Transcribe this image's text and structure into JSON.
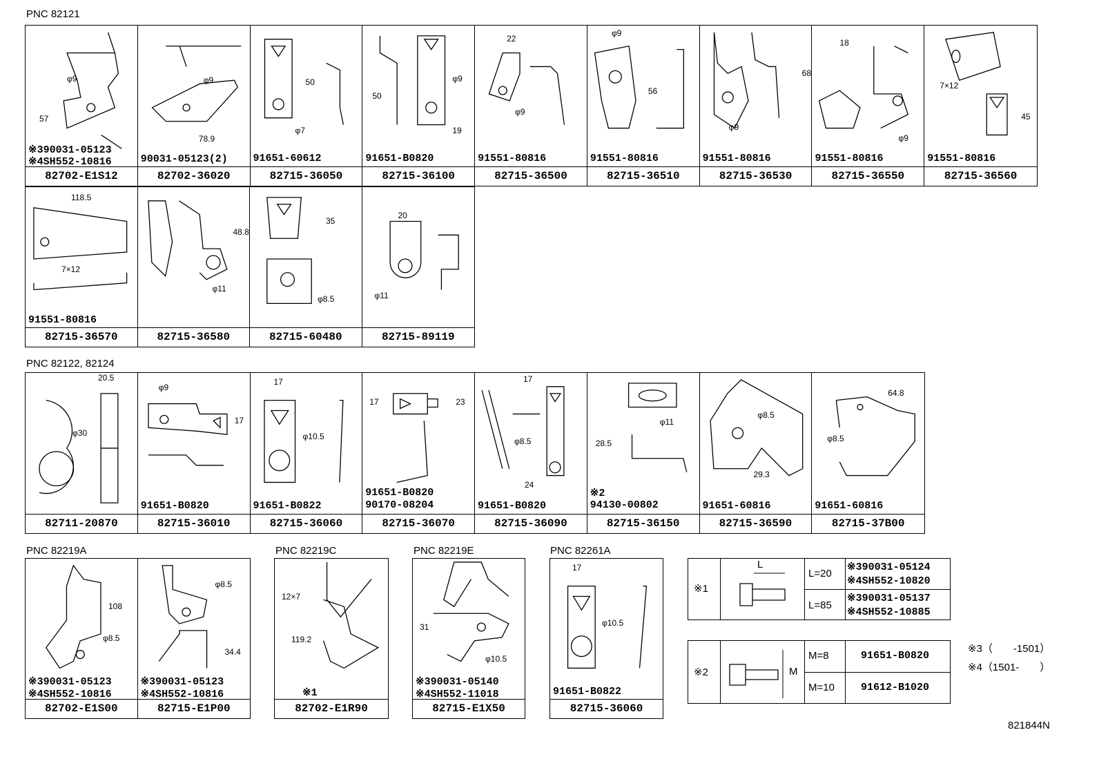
{
  "sections": [
    {
      "title": "PNC 82121"
    },
    {
      "title": "PNC 82122, 82124"
    },
    {
      "title": "PNC 82219A"
    },
    {
      "title": "PNC 82219C"
    },
    {
      "title": "PNC 82219E"
    },
    {
      "title": "PNC 82261A"
    }
  ],
  "row1": [
    {
      "part": "82702-E1S12",
      "fasteners": [
        "※390031-05123",
        "※4SH552-10816"
      ],
      "dims": [
        "φ9",
        "57"
      ]
    },
    {
      "part": "82702-36020",
      "fasteners": [
        "90031-05123(2)"
      ],
      "dims": [
        "φ9",
        "78.9"
      ]
    },
    {
      "part": "82715-36050",
      "fasteners": [
        "91651-60612"
      ],
      "dims": [
        "50",
        "φ7"
      ]
    },
    {
      "part": "82715-36100",
      "fasteners": [
        "91651-B0820"
      ],
      "dims": [
        "50",
        "φ9",
        "19"
      ]
    },
    {
      "part": "82715-36500",
      "fasteners": [
        "91551-80816"
      ],
      "dims": [
        "22",
        "φ9"
      ]
    },
    {
      "part": "82715-36510",
      "fasteners": [
        "91551-80816"
      ],
      "dims": [
        "φ9",
        "56"
      ]
    },
    {
      "part": "82715-36530",
      "fasteners": [
        "91551-80816"
      ],
      "dims": [
        "68",
        "φ9"
      ]
    },
    {
      "part": "82715-36550",
      "fasteners": [
        "91551-80816"
      ],
      "dims": [
        "18",
        "φ9"
      ]
    },
    {
      "part": "82715-36560",
      "fasteners": [
        "91551-80816"
      ],
      "dims": [
        "7×12",
        "45"
      ]
    }
  ],
  "row2": [
    {
      "part": "82715-36570",
      "fasteners": [
        "91551-80816"
      ],
      "dims": [
        "118.5",
        "7×12"
      ]
    },
    {
      "part": "82715-36580",
      "fasteners": [],
      "dims": [
        "48.8",
        "φ11"
      ]
    },
    {
      "part": "82715-60480",
      "fasteners": [],
      "dims": [
        "35",
        "φ8.5"
      ]
    },
    {
      "part": "82715-89119",
      "fasteners": [],
      "dims": [
        "20",
        "φ11"
      ]
    }
  ],
  "row3": [
    {
      "part": "82711-20870",
      "fasteners": [],
      "dims": [
        "20.5",
        "φ30"
      ]
    },
    {
      "part": "82715-36010",
      "fasteners": [
        "91651-B0820"
      ],
      "dims": [
        "φ9",
        "17"
      ]
    },
    {
      "part": "82715-36060",
      "fasteners": [
        "91651-B0822"
      ],
      "dims": [
        "17",
        "φ10.5"
      ]
    },
    {
      "part": "82715-36070",
      "fasteners": [
        "91651-B0820",
        "90170-08204"
      ],
      "dims": [
        "17",
        "23"
      ]
    },
    {
      "part": "82715-36090",
      "fasteners": [
        "91651-B0820"
      ],
      "dims": [
        "17",
        "φ8.5",
        "24"
      ]
    },
    {
      "part": "82715-36150",
      "fasteners": [
        "※2",
        "94130-00802"
      ],
      "dims": [
        "φ11",
        "28.5"
      ]
    },
    {
      "part": "82715-36590",
      "fasteners": [
        "91651-60816"
      ],
      "dims": [
        "φ8.5",
        "29.3"
      ]
    },
    {
      "part": "82715-37B00",
      "fasteners": [
        "91651-60816"
      ],
      "dims": [
        "64.8",
        "φ8.5"
      ]
    }
  ],
  "row4a": [
    {
      "part": "82702-E1S00",
      "fasteners": [
        "※390031-05123",
        "※4SH552-10816"
      ],
      "dims": [
        "108",
        "φ8.5"
      ]
    },
    {
      "part": "82715-E1P00",
      "fasteners": [
        "※390031-05123",
        "※4SH552-10816"
      ],
      "dims": [
        "φ8.5",
        "34.4"
      ]
    }
  ],
  "row4c": {
    "part": "82702-E1R90",
    "fasteners": [
      "※1"
    ],
    "dims": [
      "12×7",
      "119.2"
    ]
  },
  "row4e": {
    "part": "82715-E1X50",
    "fasteners": [
      "※390031-05140",
      "※4SH552-11018"
    ],
    "dims": [
      "31",
      "φ10.5"
    ]
  },
  "row4f": {
    "part": "82715-36060",
    "fasteners": [
      "91651-B0822"
    ],
    "dims": [
      "17",
      "φ10.5"
    ]
  },
  "legend1": {
    "mark": "※1",
    "dim": "L",
    "rows": [
      {
        "len": "L=20",
        "a": "※390031-05124",
        "b": "※4SH552-10820"
      },
      {
        "len": "L=85",
        "a": "※390031-05137",
        "b": "※4SH552-10885"
      }
    ]
  },
  "legend2": {
    "mark": "※2",
    "dim": "M",
    "rows": [
      {
        "len": "M=8",
        "pn": "91651-B0820"
      },
      {
        "len": "M=10",
        "pn": "91612-B1020"
      }
    ]
  },
  "notes": [
    "※3（　　-1501）",
    "※4（1501-　　）"
  ],
  "figure_id": "821844N"
}
